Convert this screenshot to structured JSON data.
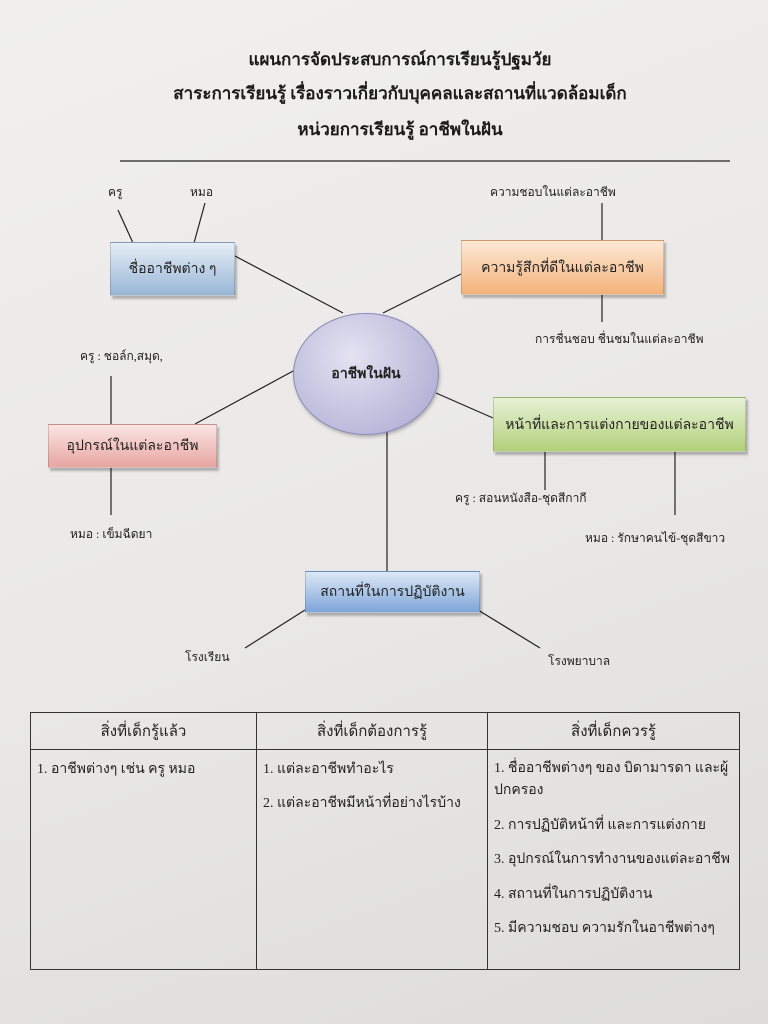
{
  "header": {
    "line1": "แผนการจัดประสบการณ์การเรียนรู้ปฐมวัย",
    "line2": "สาระการเรียนรู้ เรื่องราวเกี่ยวกับบุคคลและสถานที่แวดล้อมเด็ก",
    "line3": "หน่วยการเรียนรู้  อาชีพในฝัน"
  },
  "mindmap": {
    "center": "อาชีพในฝัน",
    "names": {
      "title": "ชื่ออาชีพต่าง ๆ",
      "items": [
        "ครู",
        "หมอ"
      ]
    },
    "feelings": {
      "title": "ความรู้สึกที่ดีในแต่ละอาชีพ",
      "above": "ความชอบในแต่ละอาชีพ",
      "below": "การชื่นชอบ ชื่นชมในแต่ละอาชีพ"
    },
    "tools": {
      "title": "อุปกรณ์ในแต่ละอาชีพ",
      "above": "ครู : ชอล์ก,สมุด,",
      "below": "หมอ : เข็มฉีดยา"
    },
    "duties": {
      "title": "หน้าที่และการแต่งกายของแต่ละอาชีพ",
      "left": "ครู  : สอนหนังสือ-ชุดสีกากี",
      "right": "หมอ : รักษาคนไข้-ชุดสีขาว"
    },
    "places": {
      "title": "สถานที่ในการปฏิบัติงาน",
      "left": "โรงเรียน",
      "right": "โรงพยาบาล"
    }
  },
  "table": {
    "headers": [
      "สิ่งที่เด็กรู้แล้ว",
      "สิ่งที่เด็กต้องการรู้",
      "สิ่งที่เด็กควรรู้"
    ],
    "col1": [
      "1. อาชีพต่างๆ เช่น ครู หมอ"
    ],
    "col2": [
      "1. แต่ละอาชีพทำอะไร",
      "2. แต่ละอาชีพมีหน้าที่อย่างไรบ้าง"
    ],
    "col3": [
      "1. ชื่ออาชีพต่างๆ ของ บิดามารดา และผู้ปกครอง",
      "2. การปฏิบัติหน้าที่ และการแต่งกาย",
      "3. อุปกรณ์ในการทำงานของแต่ละอาชีพ",
      "4. สถานที่ในการปฏิบัติงาน",
      "5. มีความชอบ ความรักในอาชีพต่างๆ"
    ]
  }
}
